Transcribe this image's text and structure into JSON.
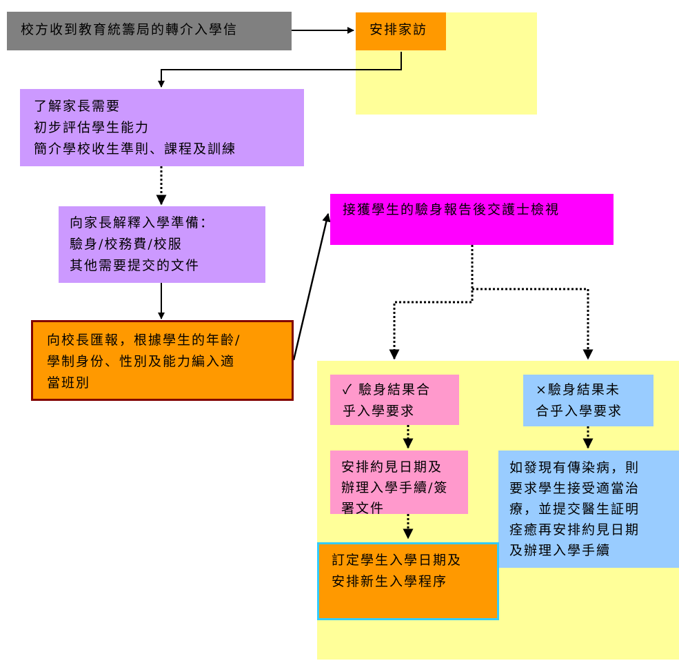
{
  "colors": {
    "gray": "#808080",
    "orange": "#ff9900",
    "lavender": "#cc99ff",
    "magenta": "#ff00ff",
    "pink": "#ff99cc",
    "light_blue": "#99ccff",
    "light_yellow": "#ffff99",
    "dark_red_border": "#800000",
    "cyan_border": "#33ccff"
  },
  "nodes": {
    "referral": {
      "lines": [
        "校方收到教育統籌局的轉介入學信"
      ]
    },
    "home_visit": {
      "lines": [
        "安排家訪"
      ]
    },
    "understand_needs": {
      "lines": [
        "了解家長需要",
        "初步評估學生能力",
        "簡介學校收生準則、課程及訓練"
      ]
    },
    "explain_prep": {
      "lines": [
        "向家長解釋入學準備：",
        "驗身/校務費/校服",
        "其他需要提交的文件"
      ]
    },
    "report_principal": {
      "lines": [
        "向校長匯報，根據學生的年齡/",
        "學制身份、性別及能力編入適",
        "當班別"
      ]
    },
    "nurse_check": {
      "lines": [
        "接獲學生的驗身報告後交護士檢視"
      ]
    },
    "meets_requirement": {
      "mark": "✓",
      "lines": [
        "驗身結果合",
        "乎入學要求"
      ]
    },
    "not_meet_requirement": {
      "mark": "×",
      "lines": [
        "驗身結果未",
        "合乎入學要求"
      ]
    },
    "arrange_appointment": {
      "lines": [
        "安排約見日期及",
        "辦理入學手續/簽",
        "署文件"
      ]
    },
    "infectious_disease": {
      "lines": [
        "如發現有傳染病，則",
        "要求學生接受適當治",
        "療，並提交醫生証明",
        "痊癒再安排約見日期",
        "及辦理入學手續"
      ]
    },
    "set_date": {
      "lines": [
        "訂定學生入學日期及",
        "安排新生入學程序"
      ]
    }
  }
}
